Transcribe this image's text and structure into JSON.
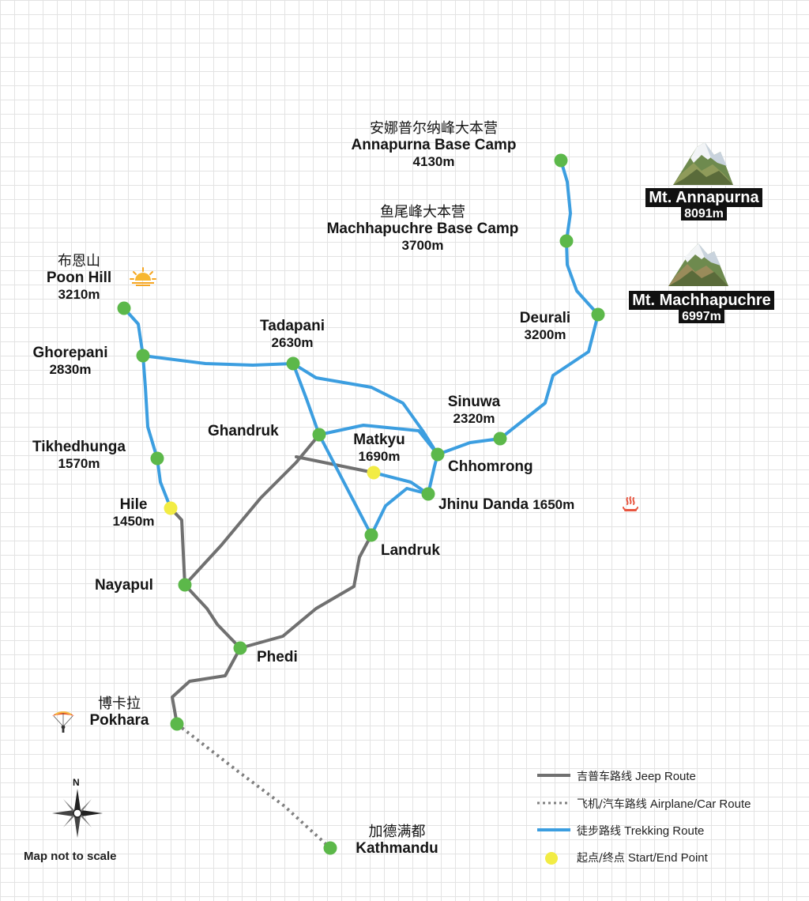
{
  "colors": {
    "trek": "#3c9ee0",
    "jeep": "#707070",
    "air": "#808080",
    "waypoint": "#5cb84a",
    "start_end": "#f2ec44"
  },
  "places": {
    "abc": {
      "cn": "安娜普尔纳峰大本营",
      "en": "Annapurna Base Camp",
      "elev": "4130m"
    },
    "mbc": {
      "cn": "鱼尾峰大本营",
      "en": "Machhapuchre Base Camp",
      "elev": "3700m"
    },
    "poon_hill": {
      "cn": "布恩山",
      "en": "Poon Hill",
      "elev": "3210m"
    },
    "ghorepani": {
      "en": "Ghorepani",
      "elev": "2830m"
    },
    "tadapani": {
      "en": "Tadapani",
      "elev": "2630m"
    },
    "deurali": {
      "en": "Deurali",
      "elev": "3200m"
    },
    "sinuwa": {
      "en": "Sinuwa",
      "elev": "2320m"
    },
    "ghandruk": {
      "en": "Ghandruk"
    },
    "matkyu": {
      "en": "Matkyu",
      "elev": "1690m"
    },
    "chhomrong": {
      "en": "Chhomrong"
    },
    "tikhedhunga": {
      "en": "Tikhedhunga",
      "elev": "1570m"
    },
    "hile": {
      "en": "Hile",
      "elev": "1450m"
    },
    "jhinu_danda": {
      "en": "Jhinu Danda",
      "elev": "1650m"
    },
    "landruk": {
      "en": "Landruk"
    },
    "nayapul": {
      "en": "Nayapul"
    },
    "phedi": {
      "en": "Phedi"
    },
    "pokhara": {
      "cn": "博卡拉",
      "en": "Pokhara"
    },
    "kathmandu": {
      "cn": "加德满都",
      "en": "Kathmandu"
    }
  },
  "peaks": {
    "annapurna": {
      "name": "Mt. Annapurna",
      "elev": "8091m"
    },
    "machhapuchre": {
      "name": "Mt. Machhapuchre",
      "elev": "6997m"
    }
  },
  "legend": {
    "jeep": {
      "cn": "吉普车路线",
      "en": "Jeep Route"
    },
    "air": {
      "cn": "飞机/汽车路线",
      "en": "Airplane/Car Route"
    },
    "trek": {
      "cn": "徒步路线",
      "en": "Trekking Route"
    },
    "point": {
      "cn": "起点/终点",
      "en": "Start/End Point"
    }
  },
  "compass_label": "N",
  "note": "Map not to scale"
}
